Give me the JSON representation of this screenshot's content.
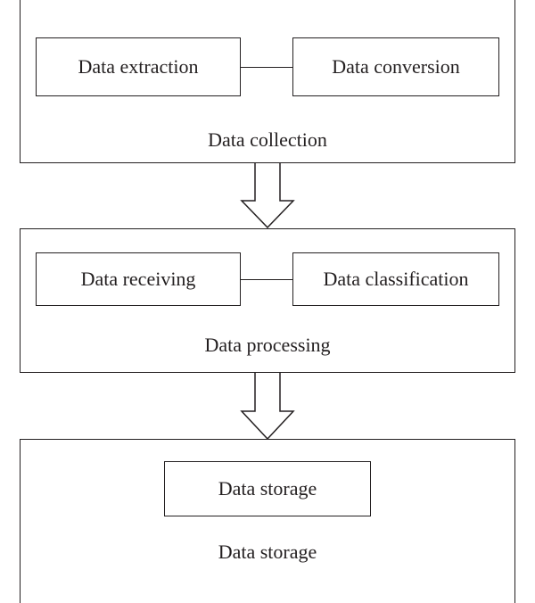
{
  "stages": [
    {
      "label": "Data collection",
      "boxes": [
        "Data extraction",
        "Data conversion"
      ]
    },
    {
      "label": "Data processing",
      "boxes": [
        "Data receiving",
        "Data classification"
      ]
    },
    {
      "label": "Data storage",
      "boxes": [
        "Data storage"
      ]
    }
  ],
  "colors": {
    "stroke": "#231f20",
    "background": "#ffffff"
  }
}
